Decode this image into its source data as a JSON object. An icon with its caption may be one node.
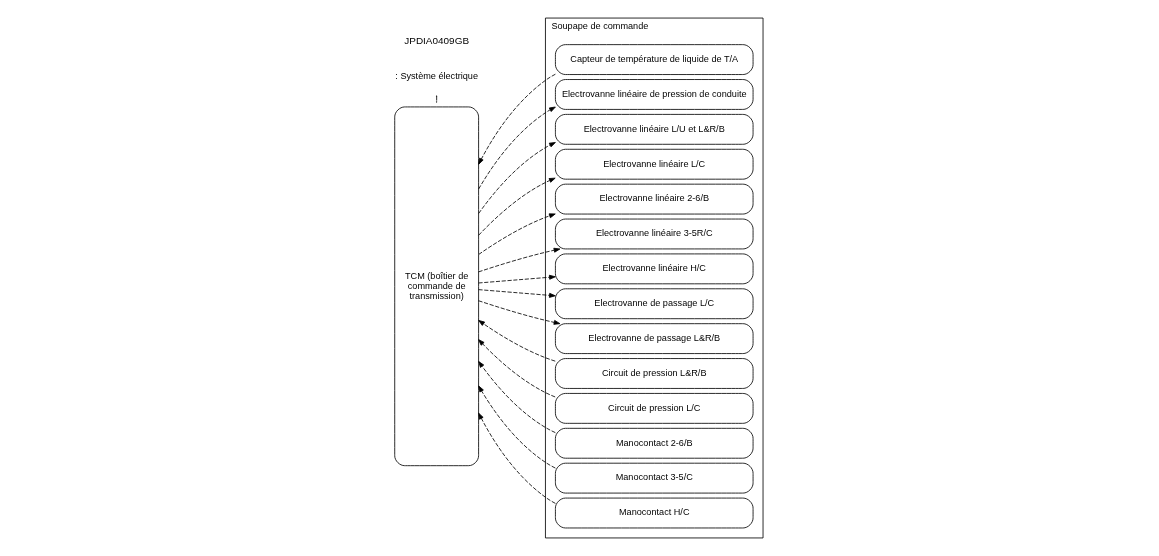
{
  "diagram": {
    "nodes": [
      {
        "text": [
          "TCM (boîtier de commande de transmission)"
        ]
      },
      {
        "text": [
          "Soupape de commande"
        ]
      },
      {
        "text": [
          "Capteur de température de liquide de T/A"
        ],
        "in": 1
      },
      {
        "text": [
          "Electrovanne linéaire de pression de conduite"
        ],
        "in": 1
      },
      {
        "text": [
          "Electrovanne linéaire L/U et L&R/B"
        ],
        "in": 1
      },
      {
        "text": [
          "Electrovanne linéaire L/C"
        ],
        "in": 1
      },
      {
        "text": [
          "Electrovanne linéaire 2-6/B"
        ],
        "in": 1
      },
      {
        "text": [
          "Electrovanne linéaire 3-5R/C"
        ],
        "in": 1
      },
      {
        "text": [
          "Electrovanne linéaire H/C"
        ],
        "in": 1
      },
      {
        "text": [
          "Electrovanne de passage L/C"
        ],
        "in": 1
      },
      {
        "text": [
          "Electrovanne de passage L&R/B"
        ],
        "in": 1
      },
      {
        "text": [
          "Circuit de pression L&R/B"
        ],
        "in": 1
      },
      {
        "text": [
          "Circuit de pression L/C"
        ],
        "in": 1
      },
      {
        "text": [
          "Manocontact 2-6/B"
        ],
        "in": 1
      },
      {
        "text": [
          "Manocontact 3-5/C"
        ],
        "in": 1
      },
      {
        "text": [
          "Manocontact H/C"
        ],
        "in": 1
      }
    ],
    "edges": [
      {
        "from": 2,
        "to": 0,
        "arrow": "to"
      },
      {
        "from": 0,
        "to": 3,
        "arrow": "to"
      },
      {
        "from": 0,
        "to": 4,
        "arrow": "to"
      },
      {
        "from": 0,
        "to": 5,
        "arrow": "to"
      },
      {
        "from": 0,
        "to": 6,
        "arrow": "to"
      },
      {
        "from": 0,
        "to": 7,
        "arrow": "to"
      },
      {
        "from": 0,
        "to": 8,
        "arrow": "to"
      },
      {
        "from": 0,
        "to": 9,
        "arrow": "to"
      },
      {
        "from": 0,
        "to": 10,
        "arrow": "to"
      },
      {
        "from": 11,
        "to": 0,
        "arrow": "to"
      },
      {
        "from": 12,
        "to": 0,
        "arrow": "to"
      },
      {
        "from": 13,
        "to": 0,
        "arrow": "to"
      },
      {
        "from": 14,
        "to": 0,
        "arrow": "to"
      },
      {
        "from": 15,
        "to": 0,
        "arrow": "to"
      }
    ],
    "labels": [
      "JPDIA0409GB"
    ],
    "legend": [
      {
        "text": ": Système électrique"
      }
    ]
  }
}
